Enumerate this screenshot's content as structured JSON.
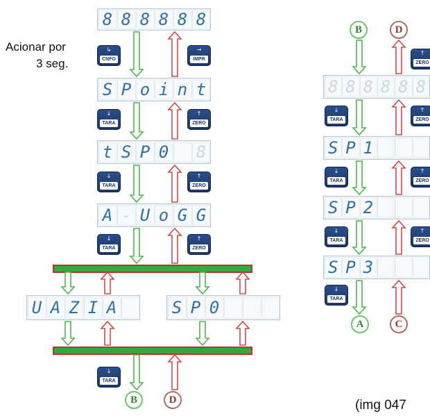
{
  "note": {
    "line1": "Acionar por",
    "line2": "3 seg."
  },
  "caption": "(img 047",
  "colors": {
    "green_arrow": "#4cb84c",
    "red_arrow": "#d04848",
    "bar_fill": "#38a83d",
    "bar_border": "#b5352c",
    "display_text": "#2f6fa8",
    "key_blue": "#1b3564"
  },
  "left": {
    "displays": [
      {
        "id": "d1",
        "segments": [
          "8",
          "8",
          "8",
          "8",
          "8",
          "8"
        ]
      },
      {
        "id": "d2",
        "segments": [
          "S",
          "P",
          "o",
          "i",
          "n",
          "t"
        ]
      },
      {
        "id": "d3",
        "segments": [
          "t",
          "S",
          "P",
          "0",
          "",
          "8"
        ]
      },
      {
        "id": "d4",
        "segments": [
          "A",
          "-",
          "U",
          "o",
          "G",
          "G"
        ]
      },
      {
        "id": "d5",
        "segments": [
          "U",
          "A",
          "Z",
          "I",
          "A",
          ""
        ]
      },
      {
        "id": "d6",
        "segments": [
          "S",
          "P",
          "0",
          "",
          "",
          ""
        ]
      }
    ],
    "keys": {
      "cnfg": {
        "label": "CNFG",
        "icon": "enter-icon",
        "sym": "↳"
      },
      "impr": {
        "label": "IMPR",
        "icon": "print-arrow-icon",
        "sym": "→"
      },
      "tara": {
        "label": "TARA",
        "icon": "down-arrow-icon",
        "sym": "↓"
      },
      "zero": {
        "label": "ZERO",
        "icon": "up-arrow-icon",
        "sym": "↑"
      }
    },
    "bottom_circles": {
      "left": "B",
      "right": "D"
    }
  },
  "right": {
    "top_circles": {
      "left": "B",
      "right": "D"
    },
    "displays": [
      {
        "id": "r1",
        "segments": [
          "8",
          "8",
          "8",
          "8",
          "8",
          "8"
        ]
      },
      {
        "id": "r2",
        "segments": [
          "S",
          "P",
          "1",
          "",
          "",
          ""
        ]
      },
      {
        "id": "r3",
        "segments": [
          "S",
          "P",
          "2",
          "",
          "",
          ""
        ]
      },
      {
        "id": "r4",
        "segments": [
          "S",
          "P",
          "3",
          "",
          "",
          ""
        ]
      }
    ],
    "keys": {
      "tara": {
        "label": "TARA",
        "sym": "↓"
      },
      "zero": {
        "label": "ZERO",
        "sym": "↑"
      }
    },
    "bottom_circles": {
      "left": "A",
      "right": "C"
    }
  }
}
